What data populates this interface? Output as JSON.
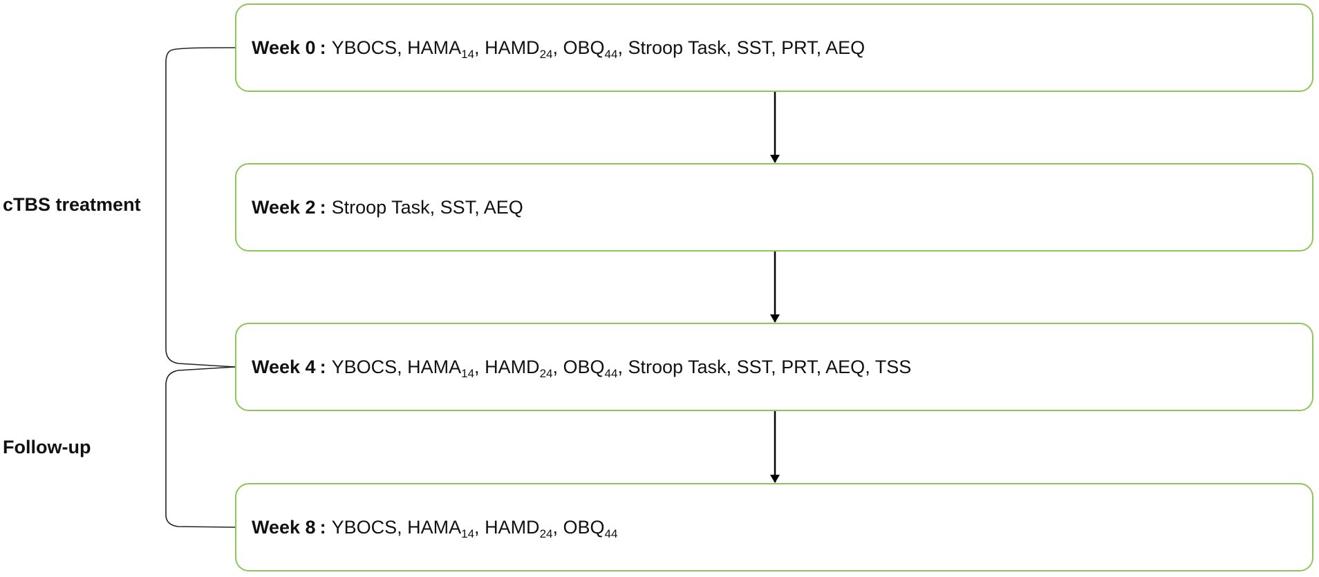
{
  "phases": [
    {
      "label": "cTBS treatment"
    },
    {
      "label": "Follow-up"
    }
  ],
  "weeks": [
    {
      "label": "Week 0",
      "items": [
        {
          "text": "YBOCS"
        },
        {
          "text": "HAMA",
          "sub": "14"
        },
        {
          "text": "HAMD",
          "sub": "24"
        },
        {
          "text": "OBQ",
          "sub": "44"
        },
        {
          "text": "Stroop Task"
        },
        {
          "text": "SST"
        },
        {
          "text": "PRT"
        },
        {
          "text": "AEQ"
        }
      ]
    },
    {
      "label": "Week 2",
      "items": [
        {
          "text": "Stroop Task"
        },
        {
          "text": "SST"
        },
        {
          "text": "AEQ"
        }
      ]
    },
    {
      "label": "Week 4",
      "items": [
        {
          "text": "YBOCS"
        },
        {
          "text": "HAMA",
          "sub": "14"
        },
        {
          "text": "HAMD",
          "sub": "24"
        },
        {
          "text": "OBQ",
          "sub": "44"
        },
        {
          "text": "Stroop Task"
        },
        {
          "text": "SST"
        },
        {
          "text": "PRT"
        },
        {
          "text": "AEQ"
        },
        {
          "text": "TSS"
        }
      ]
    },
    {
      "label": "Week 8",
      "items": [
        {
          "text": "YBOCS"
        },
        {
          "text": "HAMA",
          "sub": "14"
        },
        {
          "text": "HAMD",
          "sub": "24"
        },
        {
          "text": "OBQ",
          "sub": "44"
        }
      ]
    }
  ],
  "colors": {
    "box_border": "#8cc657",
    "arrow": "#000000",
    "bracket": "#222222"
  }
}
